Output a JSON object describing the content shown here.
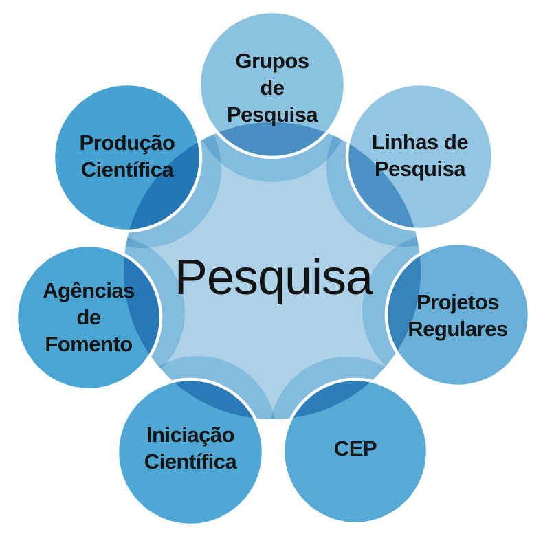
{
  "diagram": {
    "title": "Pesquisa radial diagram",
    "center": {
      "label": "Pesquisa",
      "fill_center": "#add1e7",
      "fill_edge": "#9ac6e0",
      "halo_color": "#4d9fce",
      "text_color": "#141414"
    },
    "nodes": [
      {
        "id": "grupos-de-pesquisa",
        "lines": [
          "Grupos",
          "de",
          "Pesquisa"
        ],
        "color": "#8bc2e0"
      },
      {
        "id": "linhas-de-pesquisa",
        "lines": [
          "Linhas de",
          "Pesquisa"
        ],
        "color": "#93c6e2"
      },
      {
        "id": "projetos-regulares",
        "lines": [
          "Projetos",
          "Regulares"
        ],
        "color": "#69b0d8"
      },
      {
        "id": "cep",
        "lines": [
          "CEP"
        ],
        "color": "#58aad6"
      },
      {
        "id": "iniciacao-cientifica",
        "lines": [
          "Iniciação",
          "Científica"
        ],
        "color": "#4fa7d4"
      },
      {
        "id": "agencias-de-fomento",
        "lines": [
          "Agências",
          "de",
          "Fomento"
        ],
        "color": "#4aa5d3"
      },
      {
        "id": "producao-cientifica",
        "lines": [
          "Produção",
          "Científica"
        ],
        "color": "#45a2d2"
      }
    ],
    "ring_color": "#ffffff"
  }
}
